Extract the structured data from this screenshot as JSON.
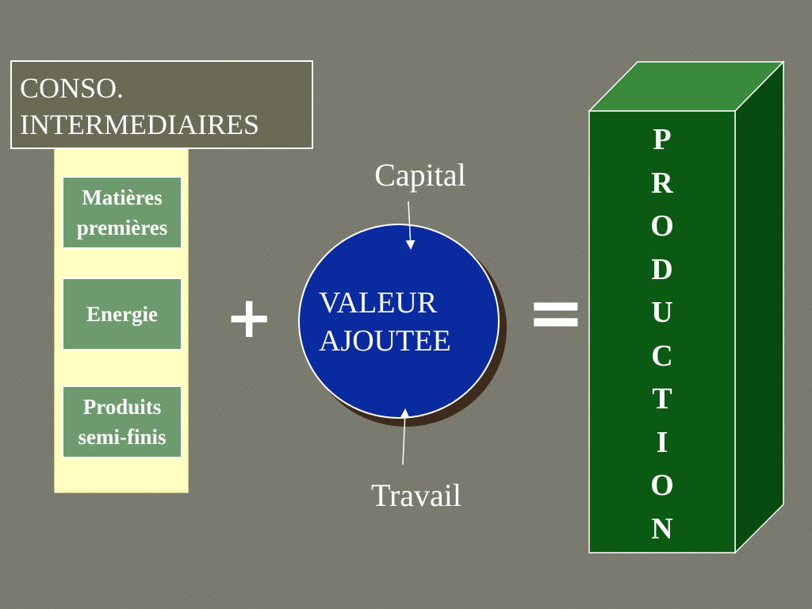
{
  "intermediate": {
    "title": "CONSO.\nINTERMEDIAIRES",
    "items": [
      {
        "label": "Matières\npremières"
      },
      {
        "label": "Energie"
      },
      {
        "label": "Produits\nsemi-finis"
      }
    ]
  },
  "operators": {
    "plus": "+",
    "equals": "="
  },
  "value_added": {
    "label": "VALEUR\nAJOUTEE",
    "input_top": "Capital",
    "input_bottom": "Travail"
  },
  "production": {
    "letters": [
      "P",
      "R",
      "O",
      "D",
      "U",
      "C",
      "T",
      "I",
      "O",
      "N"
    ]
  },
  "colors": {
    "background": "#7a7b6e",
    "panel": "#ffffc0",
    "item_fill": "#6d9b6d",
    "circle_fill": "#0a2ba0",
    "prism_front": "#0a5a14",
    "prism_top": "#3a8a3e",
    "prism_side": "#064a10"
  }
}
